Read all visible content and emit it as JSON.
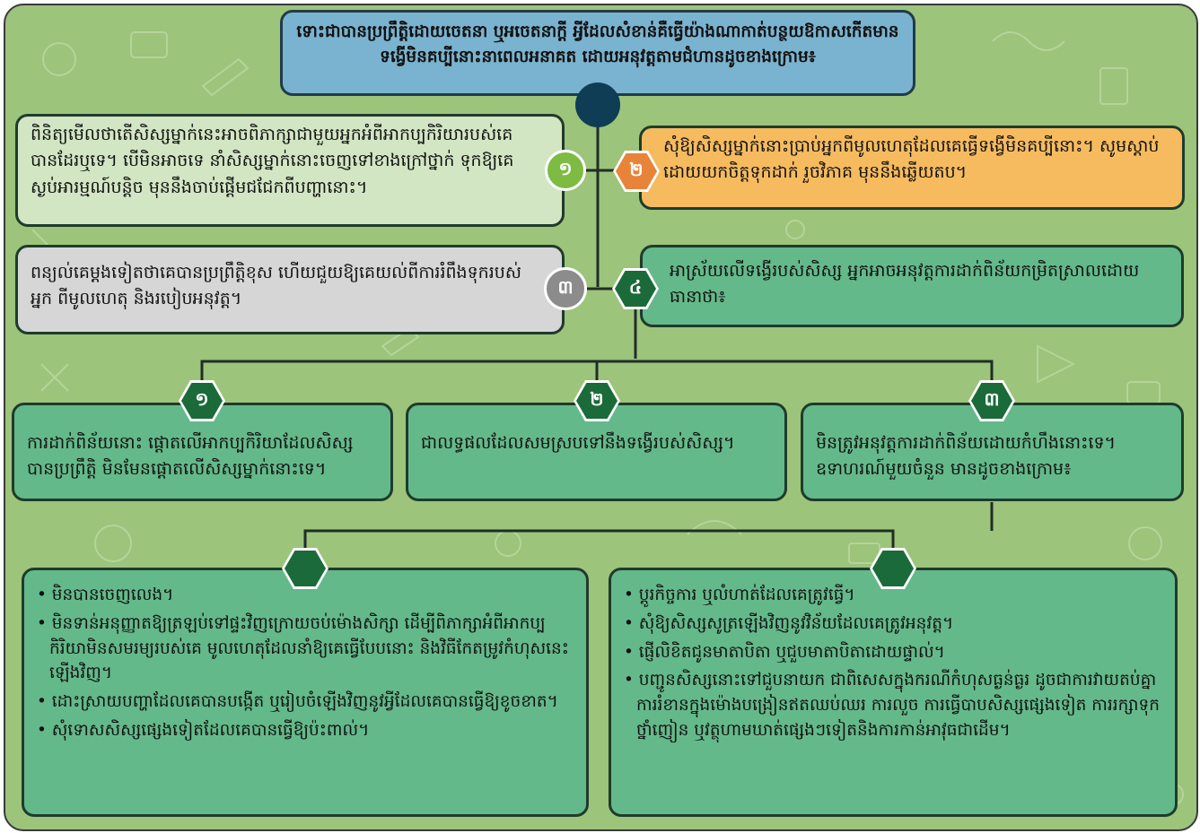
{
  "header": "ទោះជាបានប្រព្រឹត្តិដោយចេតនា ឬអចេតនាក្តី អ្វីដែលសំខាន់គឺធ្វើយ៉ាងណាកាត់បន្ថយឱកាសកើតមានទង្វើមិនគប្បីនោះនាពេលអនាគត ដោយអនុវត្តតាមជំហានដូចខាងក្រោម៖",
  "steps": [
    {
      "number": "១",
      "text": "ពិនិត្យមើលថាតើសិស្សម្នាក់នេះអាចពិភាក្សាជាមួយអ្នកអំពីអាកប្បកិរិយារបស់គេបានដែរឬទេ។ បើមិនអាចទេ នាំសិស្សម្នាក់នោះចេញទៅខាងក្រៅថ្នាក់ ទុកឱ្យគេស្ងប់អារម្មណ៍បន្តិច មុននឹងចាប់ផ្តើមជជែកពីបញ្ហានោះ។"
    },
    {
      "number": "២",
      "text": "សុំឱ្យសិស្សម្នាក់នោះប្រាប់អ្នកពីមូលហេតុដែលគេធ្វើទង្វើមិនគប្បីនោះ។ សូមស្តាប់ដោយយកចិត្តទុកដាក់ រួចវិភាគ មុននឹងឆ្លើយតប។"
    },
    {
      "number": "៣",
      "text": "ពន្យល់គេម្តងទៀតថាគេបានប្រព្រឹត្តិខុស ហើយជួយឱ្យគេយល់ពីការរំពឹងទុករបស់អ្នក ពីមូលហេតុ និងរបៀបអនុវត្ត។"
    },
    {
      "number": "៤",
      "text": "អាស្រ័យលើទង្វើរបស់សិស្ស អ្នកអាចអនុវត្តការដាក់ពិន័យកម្រិតស្រាលដោយធានាថា៖"
    }
  ],
  "conditions": [
    {
      "number": "១",
      "text": "ការដាក់ពិន័យនោះ ផ្តោតលើអាកប្បកិរិយាដែលសិស្សបានប្រព្រឹត្តិ មិនមែនផ្តោតលើសិស្សម្នាក់នោះទេ។"
    },
    {
      "number": "២",
      "text": "ជាលទ្ធផលដែលសមស្របទៅនឹងទង្វើរបស់សិស្ស។"
    },
    {
      "number": "៣",
      "text": "មិនត្រូវអនុវត្តការដាក់ពិន័យដោយកំហឹងនោះទេ។ ឧទាហរណ៍មួយចំនួន មានដូចខាងក្រោម៖"
    }
  ],
  "examples_left": [
    "• មិនបានចេញលេង។",
    "• មិនទាន់អនុញ្ញាតឱ្យត្រឡប់ទៅផ្ទះវិញក្រោយចប់ម៉ោងសិក្សា ដើម្បីពិភាក្សាអំពីអាកប្បកិរិយាមិនសមរម្យរបស់គេ មូលហេតុដែលនាំឱ្យគេធ្វើបែបនោះ និងវិធីកែតម្រូវកំហុសនេះឡើងវិញ។",
    "• ដោះស្រាយបញ្ហាដែលគេបានបង្កើត ឬរៀបចំឡើងវិញនូវអ្វីដែលគេបានធ្វើឱ្យខូចខាត។",
    "• សុំទោសសិស្សផ្សេងទៀតដែលគេបានធ្វើឱ្យប៉ះពាល់។"
  ],
  "examples_right": [
    "• ប្តូរកិច្ចការ ឬលំហាត់ដែលគេត្រូវធ្វើ។",
    "• សុំឱ្យសិស្សសូត្រឡើងវិញនូវវិន័យដែលគេត្រូវអនុវត្ត។",
    "• ផ្ញើលិខិតជូនមាតាបិតា ឬជួបមាតាបិតាដោយផ្ទាល់។",
    "• បញ្ជូនសិស្សនោះទៅជួបនាយក ជាពិសេសក្នុងករណីកំហុសធ្ងន់ធ្ងរ ដូចជាការវាយតប់គ្នា ការរំខានក្នុងម៉ោងបង្រៀនឥតឈប់ឈរ ការលួច ការធ្វើបាបសិស្សផ្សេងទៀត ការរក្សាទុកថ្នាំញៀន ឬវត្ថុហាមឃាត់ផ្សេងៗទៀតនិងការកាន់អាវុធជាដើម។"
  ],
  "colors": {
    "background": "#9cc47b",
    "header": "#7ab3cf",
    "dark_node": "#0f3d55",
    "step1": "#d3e6c4",
    "step2": "#f6bb5f",
    "step3": "#d6d6d6",
    "green_box": "#64b98a",
    "hex": "#1b6b3a",
    "hex_orange": "#e8833a"
  }
}
